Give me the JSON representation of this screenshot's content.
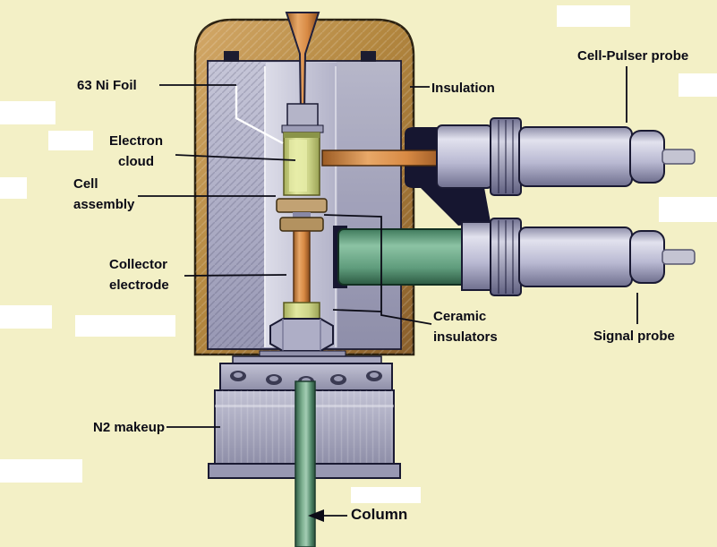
{
  "colors": {
    "background": "#f3f0c6",
    "housing_tan": "#bb8c4c",
    "housing_tan_dark": "#7c5526",
    "body_gray": "#b3b3c9",
    "cavity_gray": "#cfcfdf",
    "foil_green": "#d9df97",
    "ceramic_tan": "#c2a273",
    "electrode_orange": "#d88a44",
    "probe_gray": "#b9b9d2",
    "probe_teal": "#5f9c7c",
    "column_green": "#58906e",
    "dark_outline": "#17172e",
    "pointer_line": "#0b0b16",
    "white_line": "#ffffff"
  },
  "diagram": {
    "labels": {
      "ni_foil": "63 Ni Foil",
      "electron_cloud": {
        "line1": "Electron",
        "line2": "cloud"
      },
      "cell_assembly": {
        "line1": "Cell",
        "line2": "assembly"
      },
      "collector_electrode": {
        "line1": "Collector",
        "line2": "electrode"
      },
      "insulation": "Insulation",
      "cell_pulser_probe": "Cell-Pulser probe",
      "signal_probe": "Signal probe",
      "ceramic_insulators": {
        "line1": "Ceramic",
        "line2": "insulators"
      },
      "n2_makeup": "N2 makeup",
      "column": "Column"
    }
  }
}
